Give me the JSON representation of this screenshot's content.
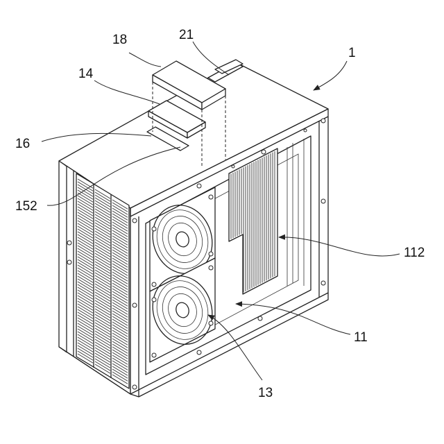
{
  "labels": {
    "ref_1": "1",
    "ref_11": "11",
    "ref_112": "112",
    "ref_13": "13",
    "ref_14": "14",
    "ref_152": "152",
    "ref_16": "16",
    "ref_18": "18",
    "ref_21": "21"
  }
}
